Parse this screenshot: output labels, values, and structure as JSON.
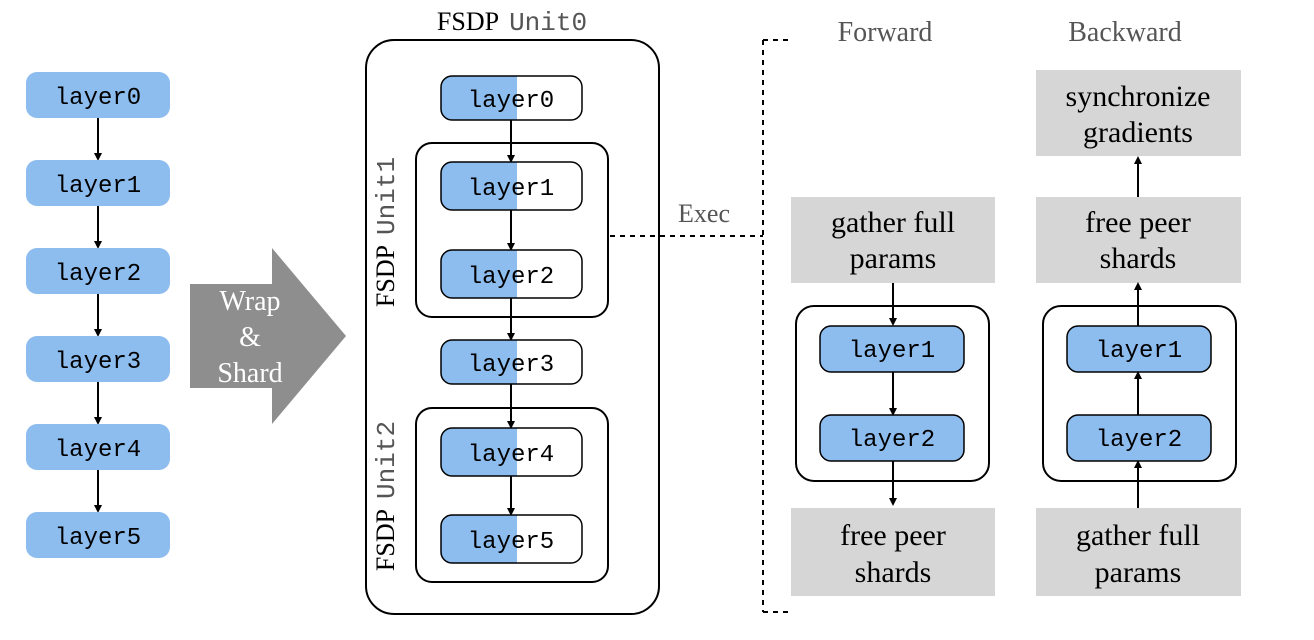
{
  "colors": {
    "layer_fill": "#8dbcee",
    "gray_box": "#d6d6d6",
    "arrow_gray": "#8e8e8e",
    "stroke": "#000000",
    "caption_gray": "#555555"
  },
  "left_stack": {
    "layers": [
      "layer0",
      "layer1",
      "layer2",
      "layer3",
      "layer4",
      "layer5"
    ]
  },
  "wrap_arrow": {
    "line1": "Wrap",
    "line2": "&",
    "line3": "Shard"
  },
  "unit0": {
    "title_prefix": "FSDP",
    "title_suffix": "Unit0",
    "layers": {
      "layer0": "layer0",
      "layer1": "layer1",
      "layer2": "layer2",
      "layer3": "layer3",
      "layer4": "layer4",
      "layer5": "layer5"
    }
  },
  "unit1": {
    "label_prefix": "FSDP",
    "label_suffix": "Unit1"
  },
  "unit2": {
    "label_prefix": "FSDP",
    "label_suffix": "Unit2"
  },
  "exec_label": "Exec",
  "forward": {
    "title": "Forward",
    "top_box": [
      "gather full",
      "params"
    ],
    "layers": [
      "layer1",
      "layer2"
    ],
    "bottom_box": [
      "free peer",
      "shards"
    ]
  },
  "backward": {
    "title": "Backward",
    "top_box": [
      "synchronize",
      "gradients"
    ],
    "middle_box": [
      "free peer",
      "shards"
    ],
    "layers": [
      "layer1",
      "layer2"
    ],
    "bottom_box": [
      "gather full",
      "params"
    ]
  }
}
